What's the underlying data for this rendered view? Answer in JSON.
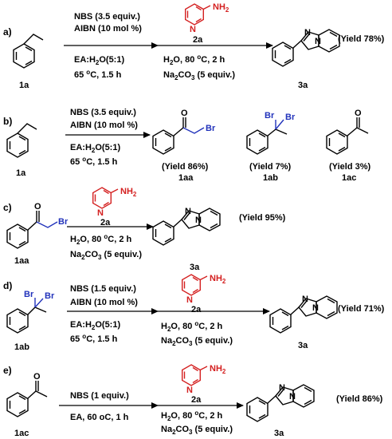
{
  "schemes": [
    {
      "id": "a",
      "label": "a)",
      "above": [
        "NBS (3.5 equiv.)",
        "AIBN (10 mol %)"
      ],
      "below": [
        "EA:H2O(5:1)",
        "65 oC, 1.5 h"
      ],
      "start": "1a",
      "step2": {
        "reagent": "2a",
        "above_label": "2a",
        "below": [
          "H2O, 80 oC, 2 h",
          "Na2CO3 (5 equiv.)"
        ]
      },
      "products": [
        {
          "label": "3a",
          "yield": "(Yield 78%)"
        }
      ]
    },
    {
      "id": "b",
      "label": "b)",
      "above": [
        "NBS (3.5 equiv.)",
        "AIBN (10 mol %)"
      ],
      "below": [
        "EA:H2O(5:1)",
        "65 oC, 1.5 h"
      ],
      "start": "1a",
      "products": [
        {
          "label": "1aa",
          "yield": "(Yield 86%)"
        },
        {
          "label": "1ab",
          "yield": "(Yield 7%)"
        },
        {
          "label": "1ac",
          "yield": "(Yield 3%)"
        }
      ]
    },
    {
      "id": "c",
      "label": "c)",
      "start": "1aa",
      "step2": {
        "reagent": "2a",
        "above_label": "2a",
        "below": [
          "H2O, 80 oC, 2 h",
          "Na2CO3 (5 equiv.)"
        ]
      },
      "products": [
        {
          "label": "3a",
          "yield": "(Yield 95%)"
        }
      ]
    },
    {
      "id": "d",
      "label": "d)",
      "above": [
        "NBS (1.5 equiv.)",
        "AIBN (10 mol %)"
      ],
      "below": [
        "EA:H2O(5:1)",
        "65 oC, 1.5 h"
      ],
      "start": "1ab",
      "step2": {
        "reagent": "2a",
        "above_label": "2a",
        "below": [
          "H2O, 80 oC, 2 h",
          "Na2CO3 (5 equiv.)"
        ]
      },
      "products": [
        {
          "label": "3a",
          "yield": "(Yield 71%)"
        }
      ]
    },
    {
      "id": "e",
      "label": "e)",
      "above": [
        "NBS (1 equiv.)"
      ],
      "below": [
        "EA, 60 oC, 1 h"
      ],
      "start": "1ac",
      "step2": {
        "reagent": "2a",
        "above_label": "2a",
        "below": [
          "H2O, 80 oC, 2 h",
          "Na2CO3 (5 equiv.)"
        ]
      },
      "products": [
        {
          "label": "3a",
          "yield": "(Yield 86%)"
        }
      ]
    }
  ],
  "atoms": {
    "nh2": "NH2",
    "n": "N",
    "o": "O",
    "br": "Br"
  },
  "colors": {
    "ring2a": "#d42020",
    "bromide": "#2233bb"
  }
}
